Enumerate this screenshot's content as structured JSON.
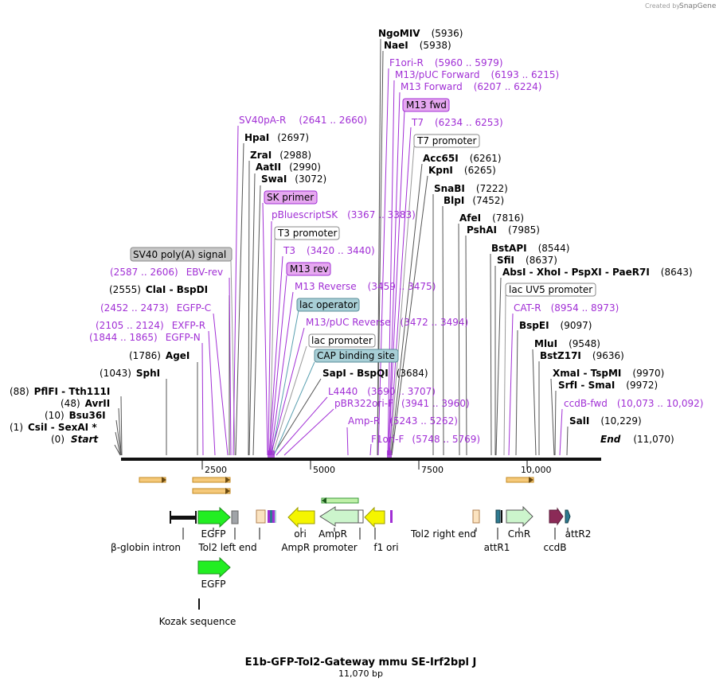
{
  "credit": {
    "text": "Created by",
    "brand": "SnapGene"
  },
  "title": "E1b-GFP-Tol2-Gateway mmu SE-Irf2bpl J",
  "length": "11,070 bp",
  "axis": {
    "ticks": [
      "2500",
      "5000",
      "7500",
      "10,000"
    ]
  },
  "ends": {
    "start": {
      "pos": "(0)",
      "label": "Start"
    },
    "end": {
      "label": "End",
      "pos": "(11,070)"
    }
  },
  "left_sites": [
    {
      "pos": "(88)",
      "label": "PflFI  -  Tth111I"
    },
    {
      "pos": "(48)",
      "label": "AvrII"
    },
    {
      "pos": "(10)",
      "label": "Bsu36I"
    },
    {
      "pos": "(1)",
      "label": "CsiI  -  SexAI *"
    },
    {
      "pos": "(1043)",
      "label": "SphI"
    },
    {
      "pos": "(1786)",
      "label": "AgeI"
    },
    {
      "pos": "(1844 .. 1865)",
      "label": "EGFP-N"
    },
    {
      "pos": "(2105 .. 2124)",
      "label": "EXFP-R"
    },
    {
      "pos": "(2452 .. 2473)",
      "label": "EGFP-C"
    },
    {
      "pos": "(2555)",
      "label": "ClaI  -  BspDI"
    },
    {
      "pos": "(2587 .. 2606)",
      "label": "EBV-rev"
    }
  ],
  "center_sites": [
    {
      "label": "SV40pA-R",
      "pos": "(2641 .. 2660)"
    },
    {
      "label": "HpaI",
      "pos": "(2697)"
    },
    {
      "label": "ZraI",
      "pos": "(2988)"
    },
    {
      "label": "AatII",
      "pos": "(2990)"
    },
    {
      "label": "SwaI",
      "pos": "(3072)"
    },
    {
      "label": "pBluescriptSK",
      "pos": "(3367 .. 3383)"
    },
    {
      "label": "T3",
      "pos": "(3420 .. 3440)"
    },
    {
      "label": "M13 Reverse",
      "pos": "(3459 .. 3475)"
    },
    {
      "label": "M13/pUC Reverse",
      "pos": "(3472 .. 3494)"
    },
    {
      "label": "SapI  -  BspQI",
      "pos": "(3684)"
    },
    {
      "label": "L4440",
      "pos": "(3690 .. 3707)"
    },
    {
      "label": "pBR322ori-F",
      "pos": "(3941 .. 3960)"
    },
    {
      "label": "Amp-R",
      "pos": "(5243 .. 5262)"
    },
    {
      "label": "F1ori-F",
      "pos": "(5748 .. 5769)"
    }
  ],
  "top_sites": [
    {
      "label": "NgoMIV",
      "pos": "(5936)"
    },
    {
      "label": "NaeI",
      "pos": "(5938)"
    },
    {
      "label": "F1ori-R",
      "pos": "(5960 .. 5979)"
    },
    {
      "label": "M13/pUC Forward",
      "pos": "(6193 .. 6215)"
    },
    {
      "label": "M13 Forward",
      "pos": "(6207 .. 6224)"
    },
    {
      "label": "T7",
      "pos": "(6234 .. 6253)"
    },
    {
      "label": "Acc65I",
      "pos": "(6261)"
    },
    {
      "label": "KpnI",
      "pos": "(6265)"
    },
    {
      "label": "SnaBI",
      "pos": "(7222)"
    },
    {
      "label": "BlpI",
      "pos": "(7452)"
    },
    {
      "label": "AfeI",
      "pos": "(7816)"
    },
    {
      "label": "PshAI",
      "pos": "(7985)"
    }
  ],
  "right_sites": [
    {
      "label": "BstAPI",
      "pos": "(8544)"
    },
    {
      "label": "SfiI",
      "pos": "(8637)"
    },
    {
      "label": "AbsI  -  XhoI  -  PspXI  -  PaeR7I",
      "pos": "(8643)"
    },
    {
      "label": "CAT-R",
      "pos": "(8954 .. 8973)"
    },
    {
      "label": "BspEI",
      "pos": "(9097)"
    },
    {
      "label": "MluI",
      "pos": "(9548)"
    },
    {
      "label": "BstZ17I",
      "pos": "(9636)"
    },
    {
      "label": "XmaI  -  TspMI",
      "pos": "(9970)"
    },
    {
      "label": "SrfI  -  SmaI",
      "pos": "(9972)"
    },
    {
      "label": "ccdB-fwd",
      "pos": "(10,073 .. 10,092)"
    },
    {
      "label": "SalI",
      "pos": "(10,229)"
    }
  ],
  "boxes": {
    "sv40": "SV40 poly(A) signal",
    "sk_primer": "SK primer",
    "t3_promoter": "T3 promoter",
    "m13_rev": "M13 rev",
    "lac_operator": "lac operator",
    "lac_promoter": "lac promoter",
    "cap": "CAP binding site",
    "m13_fwd": "M13 fwd",
    "t7_promoter": "T7 promoter",
    "lacuv5": "lac UV5 promoter"
  },
  "features": {
    "beta_globin": "β-globin intron",
    "egfp": "EGFP",
    "tol2_left": "Tol2 left end",
    "ori": "ori",
    "ampr": "AmpR",
    "ampr_promoter": "AmpR promoter",
    "f1_ori": "f1 ori",
    "tol2_right": "Tol2 right end",
    "attr1": "attR1",
    "cmr": "CmR",
    "ccdb": "ccdB",
    "attr2": "attR2",
    "egfp2": "EGFP",
    "kozak": "Kozak sequence"
  },
  "colors": {
    "primer": "#a12fd5",
    "egfp": "#22ee22",
    "ori": "#f5f500",
    "ampr": "#ccf5cc",
    "cmr": "#ccf5cc",
    "ccdb": "#8b2a57",
    "att": "#2e7a90",
    "orf": "#f0b040",
    "grey_box": "#c8c8c8",
    "blue_box": "#a8cfd6",
    "pink_box": "#e6a8f0"
  }
}
